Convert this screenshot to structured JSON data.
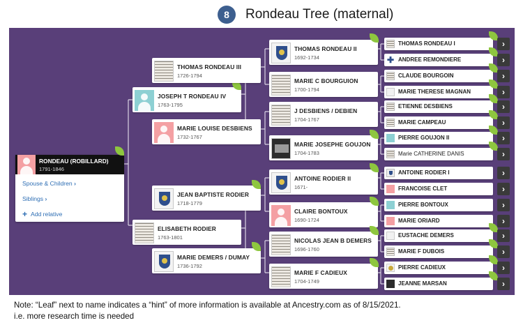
{
  "badge": "8",
  "title": "Rondeau Tree (maternal)",
  "focus": {
    "name": "RONDEAU (ROBILLARD)",
    "dates": "1791-1846",
    "spouse_link": "Spouse & Children",
    "siblings_link": "Siblings",
    "add_relative": "Add relative",
    "chevron": "›",
    "plus": "+"
  },
  "parents": [
    {
      "name": "JOSEPH T RONDEAU IV",
      "dates": "1763-1795"
    },
    {
      "name": "ELISABETH RODIER",
      "dates": "1763-1801"
    }
  ],
  "grandparents": [
    {
      "name": "THOMAS RONDEAU III",
      "dates": "1726-1794"
    },
    {
      "name": "MARIE LOUISE DESBIENS",
      "dates": "1732-1767"
    },
    {
      "name": "JEAN BAPTISTE RODIER",
      "dates": "1718-1779"
    },
    {
      "name": "MARIE DEMERS / DUMAY",
      "dates": "1736-1792"
    }
  ],
  "great_grandparents": [
    {
      "name": "THOMAS RONDEAU II",
      "dates": "1692-1734"
    },
    {
      "name": "MARIE C BOURGUION",
      "dates": "1700-1794"
    },
    {
      "name": "J DESBIENS / DEBIEN",
      "dates": "1704-1767"
    },
    {
      "name": "MARIE JOSEPHE GOUJON",
      "dates": "1704-1783"
    },
    {
      "name": "ANTOINE RODIER II",
      "dates": "1671-"
    },
    {
      "name": "CLAIRE BONTOUX",
      "dates": "1690-1724"
    },
    {
      "name": "NICOLAS JEAN B DEMERS",
      "dates": "1696-1760"
    },
    {
      "name": "MARIE F CADIEUX",
      "dates": "1704-1749"
    }
  ],
  "gg_grandparents": [
    "THOMAS RONDEAU I",
    "ANDREE REMONDIERE",
    "CLAUDE BOURGOIN",
    "MARIE THERESE MAGNAN",
    "ETIENNE DESBIENS",
    "MARIE CAMPEAU",
    "PIERRE GOUJON II",
    "Marie CATHERINE DANIS",
    "ANTOINE RODIER I",
    "FRANCOISE CLET",
    "PIERRE BONTOUX",
    "MARIE ORIARD",
    "EUSTACHE DEMERS",
    "MARIE F DUBOIS",
    "PIERRE CADIEUX",
    "JEANNE MARSAN"
  ],
  "arrow_glyph": "›",
  "note_line1": "Note: “Leaf” next to name indicates a “hint” of more information is available at Ancestry.com as of 8/15/2021.",
  "note_line2": "i.e. more research time is needed",
  "colors": {
    "background": "#593f79",
    "leaf": "#8ec63f",
    "link": "#2e6eb4",
    "badge": "#3d5f8f"
  }
}
